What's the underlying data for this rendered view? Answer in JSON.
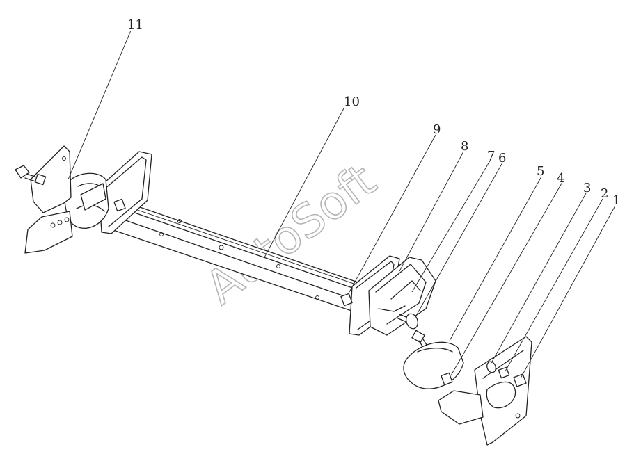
{
  "callouts": [
    {
      "id": "1",
      "label": "1"
    },
    {
      "id": "2",
      "label": "2"
    },
    {
      "id": "3",
      "label": "3"
    },
    {
      "id": "4",
      "label": "4"
    },
    {
      "id": "5",
      "label": "5"
    },
    {
      "id": "6",
      "label": "6"
    },
    {
      "id": "7",
      "label": "7"
    },
    {
      "id": "8",
      "label": "8"
    },
    {
      "id": "9",
      "label": "9"
    },
    {
      "id": "10",
      "label": "10"
    },
    {
      "id": "11",
      "label": "11"
    }
  ],
  "watermark": {
    "text": "AutoSoft",
    "color": "#b5b5b5"
  },
  "colors": {
    "line": "#222222",
    "background": "#ffffff"
  }
}
